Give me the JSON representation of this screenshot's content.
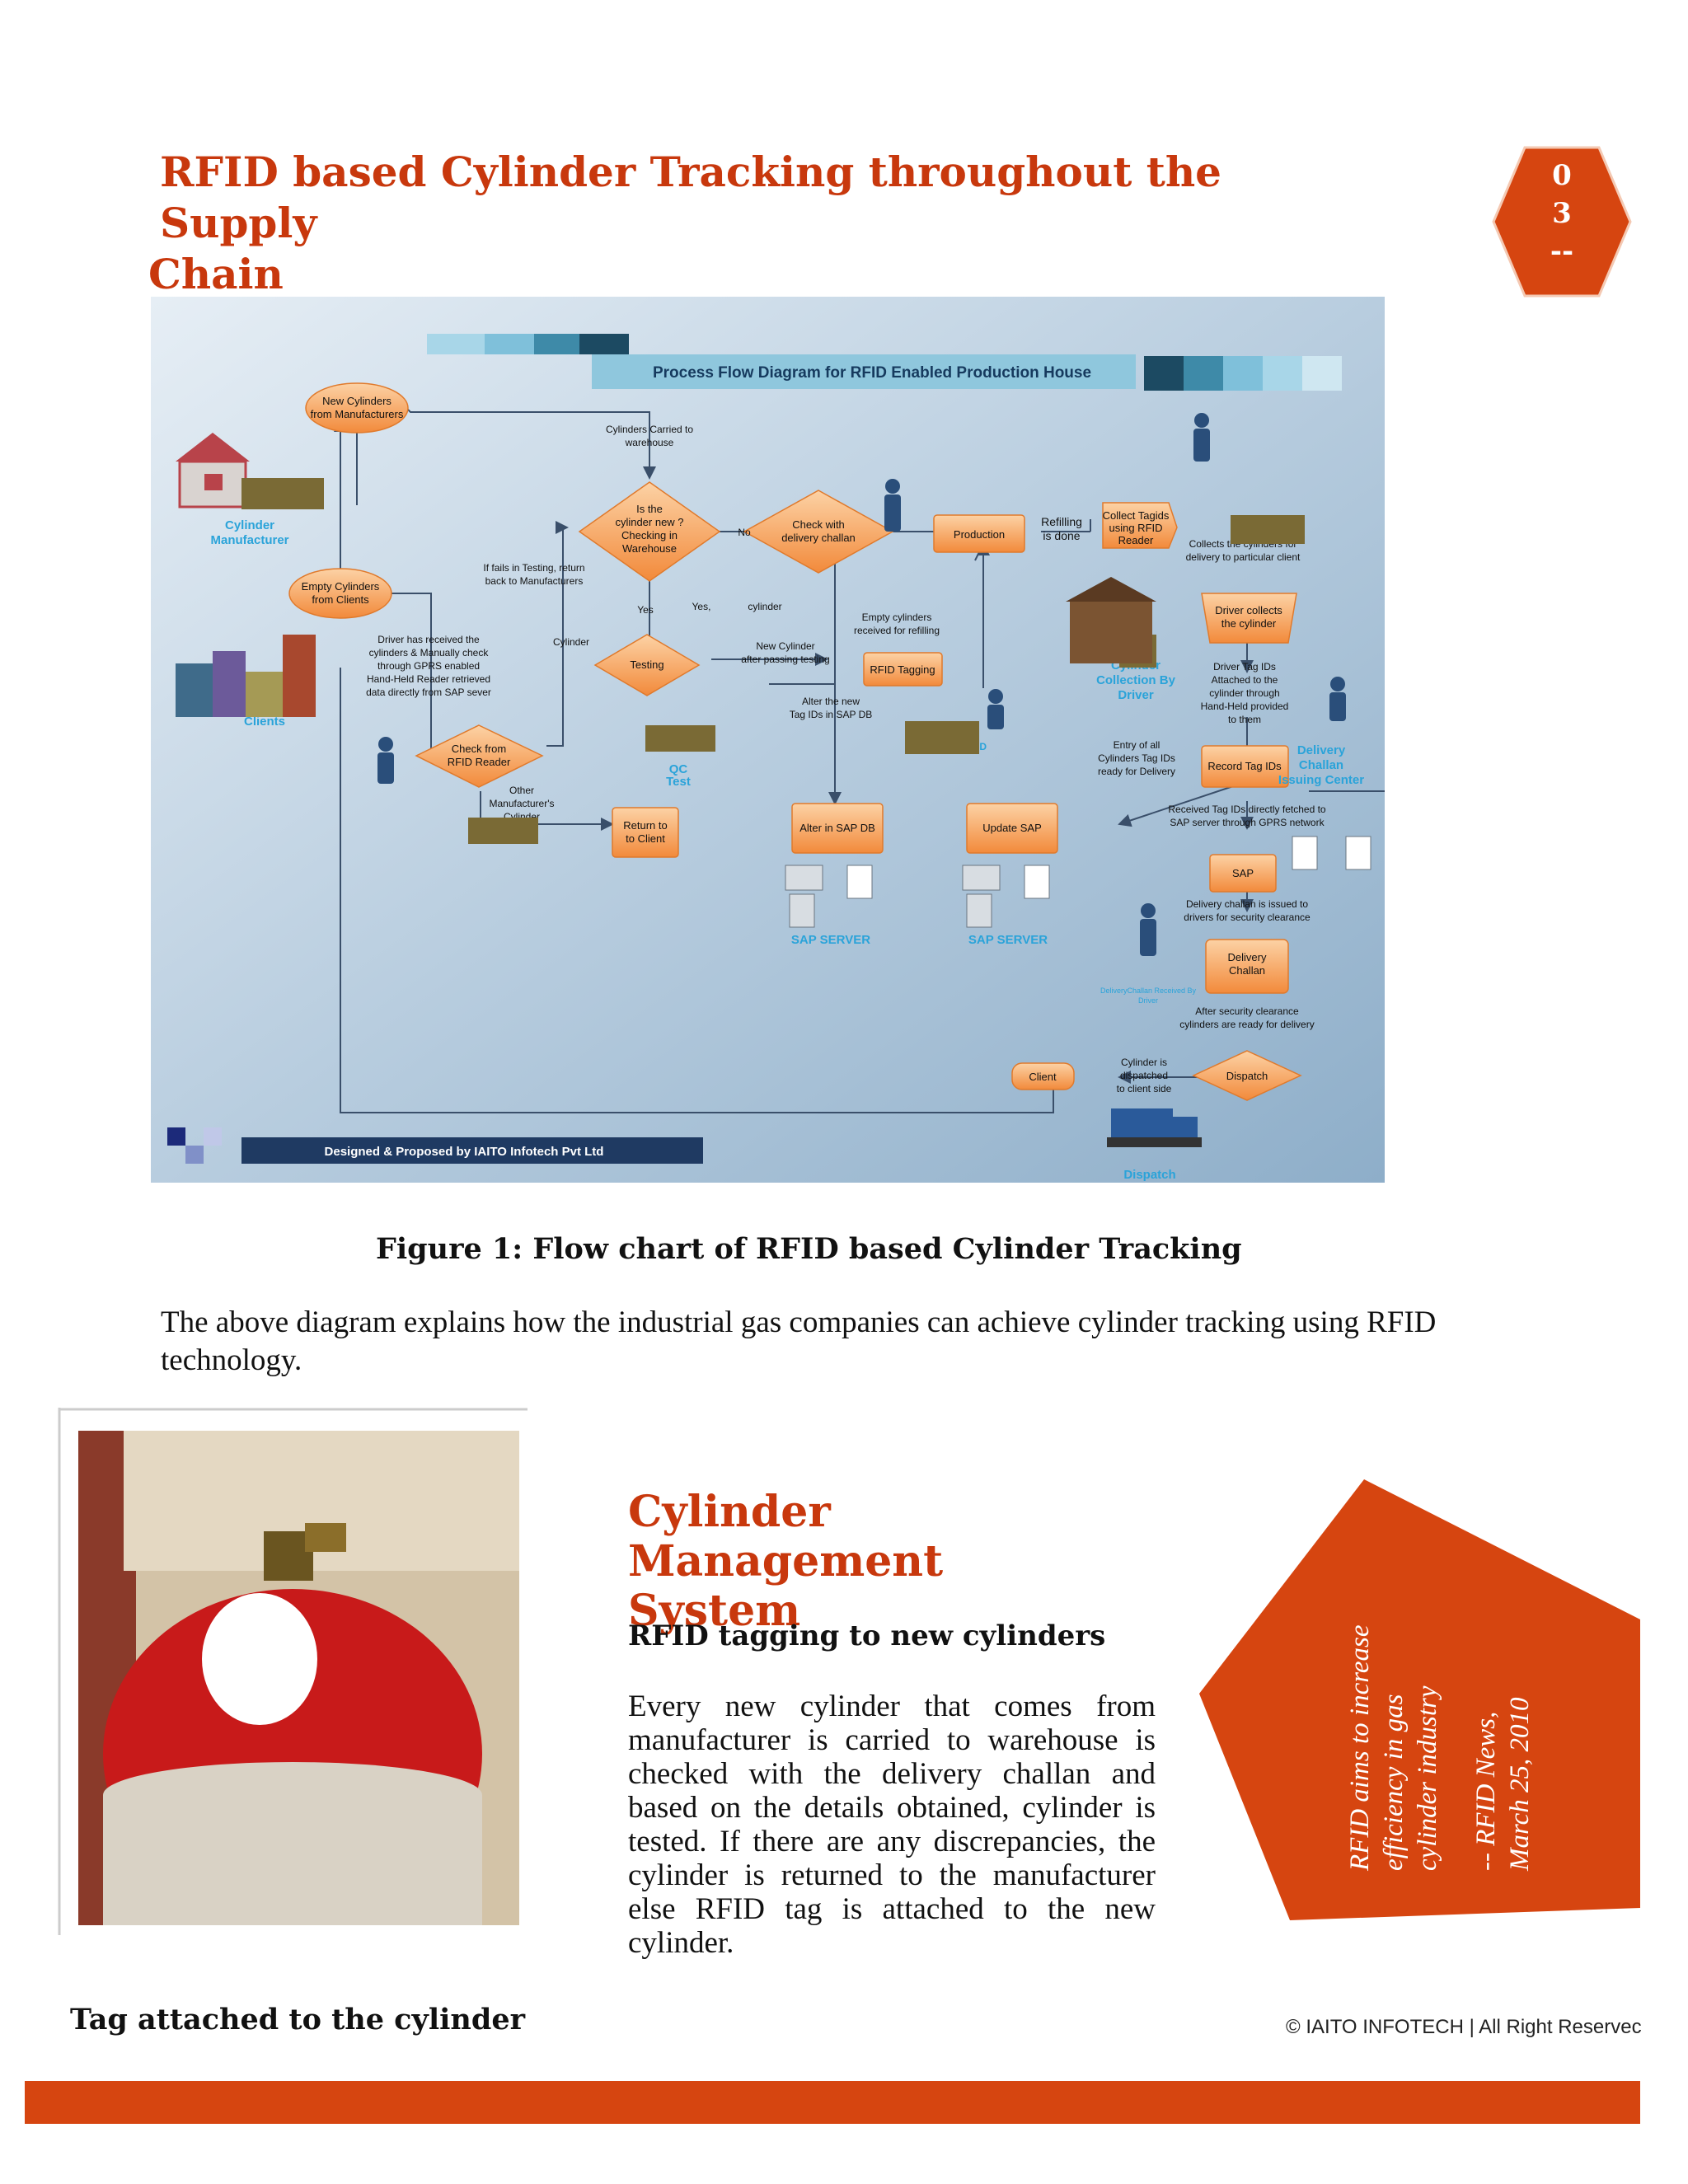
{
  "page": {
    "title_line1": "RFID based Cylinder Tracking throughout the Supply",
    "title_line2": "Chain",
    "page_number": "0\n3\n--"
  },
  "diagram": {
    "header": "Process Flow Diagram for RFID Enabled Production House",
    "footer": "Designed & Proposed by IAITO Infotech Pvt Ltd",
    "nodes": {
      "new_cylinders": [
        "New Cylinders",
        "from Manufacturers"
      ],
      "empty_cylinders": [
        "Empty Cylinders",
        "from Clients"
      ],
      "is_new": [
        "Is the",
        "cylinder new ?",
        "Checking in",
        "Warehouse"
      ],
      "check_challan": [
        "Check with",
        "delivery challan"
      ],
      "production": "Production",
      "collect_tagids": [
        "Collect Tagids",
        "using RFID",
        "Reader"
      ],
      "testing": "Testing",
      "rfid_tagging": "RFID Tagging",
      "check_rfid": [
        "Check from",
        "RFID Reader"
      ],
      "return_client": [
        "Return to",
        "to Client"
      ],
      "alter_sap": "Alter in SAP DB",
      "update_sap": "Update SAP",
      "driver_collects": [
        "Driver collects",
        "the cylinder"
      ],
      "record_tag": "Record Tag IDs",
      "sap": "SAP",
      "delivery_challan": [
        "Delivery",
        "Challan"
      ],
      "dispatch": "Dispatch",
      "client": "Client"
    },
    "labels": {
      "carried_warehouse": [
        "Cylinders Carried to",
        "warehouse"
      ],
      "no": "No",
      "yes1": "Yes",
      "yes2": "Yes,",
      "cylinder1": "cylinder",
      "cylinder2": "Cylinder",
      "fails_testing": [
        "If fails in Testing, return",
        "back to Manufacturers"
      ],
      "empty_refill": [
        "Empty cylinders",
        "received for refilling"
      ],
      "new_after_test": [
        "New Cylinder",
        "after passing testing"
      ],
      "alter_new": [
        "Alter the new",
        "Tag IDs in SAP DB"
      ],
      "refilling_done": [
        "Refilling",
        "is done"
      ],
      "collects_for_delivery": [
        "Collects the cylinders for",
        "delivery to particular client"
      ],
      "driver_received": [
        "Driver has received the",
        "cylinders & Manually check",
        "through GPRS enabled",
        "Hand-Held Reader retrieved",
        "data directly from SAP sever"
      ],
      "other_manuf": [
        "Other",
        "Manufacturer's",
        "Cylinder"
      ],
      "driver_tag": [
        "Driver Tag IDs",
        "Attached to the",
        "cylinder through",
        "Hand-Held provided",
        "to them"
      ],
      "entry_all": [
        "Entry of all",
        "Cylinders Tag IDs",
        "ready for Delivery"
      ],
      "received_tag": [
        "Received Tag IDs directly fetched to",
        "SAP server through GPRS network"
      ],
      "challan_issued": [
        "Delivery challan is issued to",
        "drivers for security clearance"
      ],
      "security_clear": [
        "After security clearance",
        "cylinders are ready for delivery"
      ],
      "dispatched": [
        "Cylinder is",
        "dispatched",
        "to client side"
      ],
      "challan_received": [
        "DeliveryChallan Received By",
        "Driver"
      ]
    },
    "blue_labels": {
      "cyl_manufacturer": [
        "Cylinder",
        "Manufacturer"
      ],
      "clients": "Clients",
      "qc_test": [
        "QC",
        "Test"
      ],
      "sap_server1": "SAP SERVER",
      "sap_server2": "SAP SERVER",
      "collection_driver": [
        "Cylinder",
        "Collection By",
        "Driver"
      ],
      "challan_center": [
        "Delivery",
        "Challan",
        "Issuing Center"
      ],
      "dispatch": "Dispatch",
      "rfid": "RFID"
    }
  },
  "figure_caption": "Figure 1: Flow chart of RFID based Cylinder Tracking",
  "intro_text": "The above diagram explains how the industrial gas companies can achieve cylinder tracking using RFID technology.",
  "section": {
    "title_line1": "Cylinder Management",
    "title_line2": "System",
    "subheading": "RFID tagging to new cylinders",
    "body": "Every new cylinder that comes from manufacturer is carried to warehouse is checked with the delivery challan and based on the details obtained, cylinder is tested. If there are any discrepancies, the cylinder is returned to the manufacturer else RFID tag is attached to the new cylinder."
  },
  "quote": {
    "text": "RFID aims to increase efficiency in gas cylinder industry",
    "source": "-- RFID News, March 25, 2010"
  },
  "photo_caption": "Tag attached to the cylinder",
  "copyright": "© IAITO INFOTECH  |  All Right Reservec",
  "colors": {
    "accent": "#c8380d",
    "bar": "#d64510",
    "node_fill": "#f6a15a",
    "diagram_blue": "#2aa3d9"
  }
}
